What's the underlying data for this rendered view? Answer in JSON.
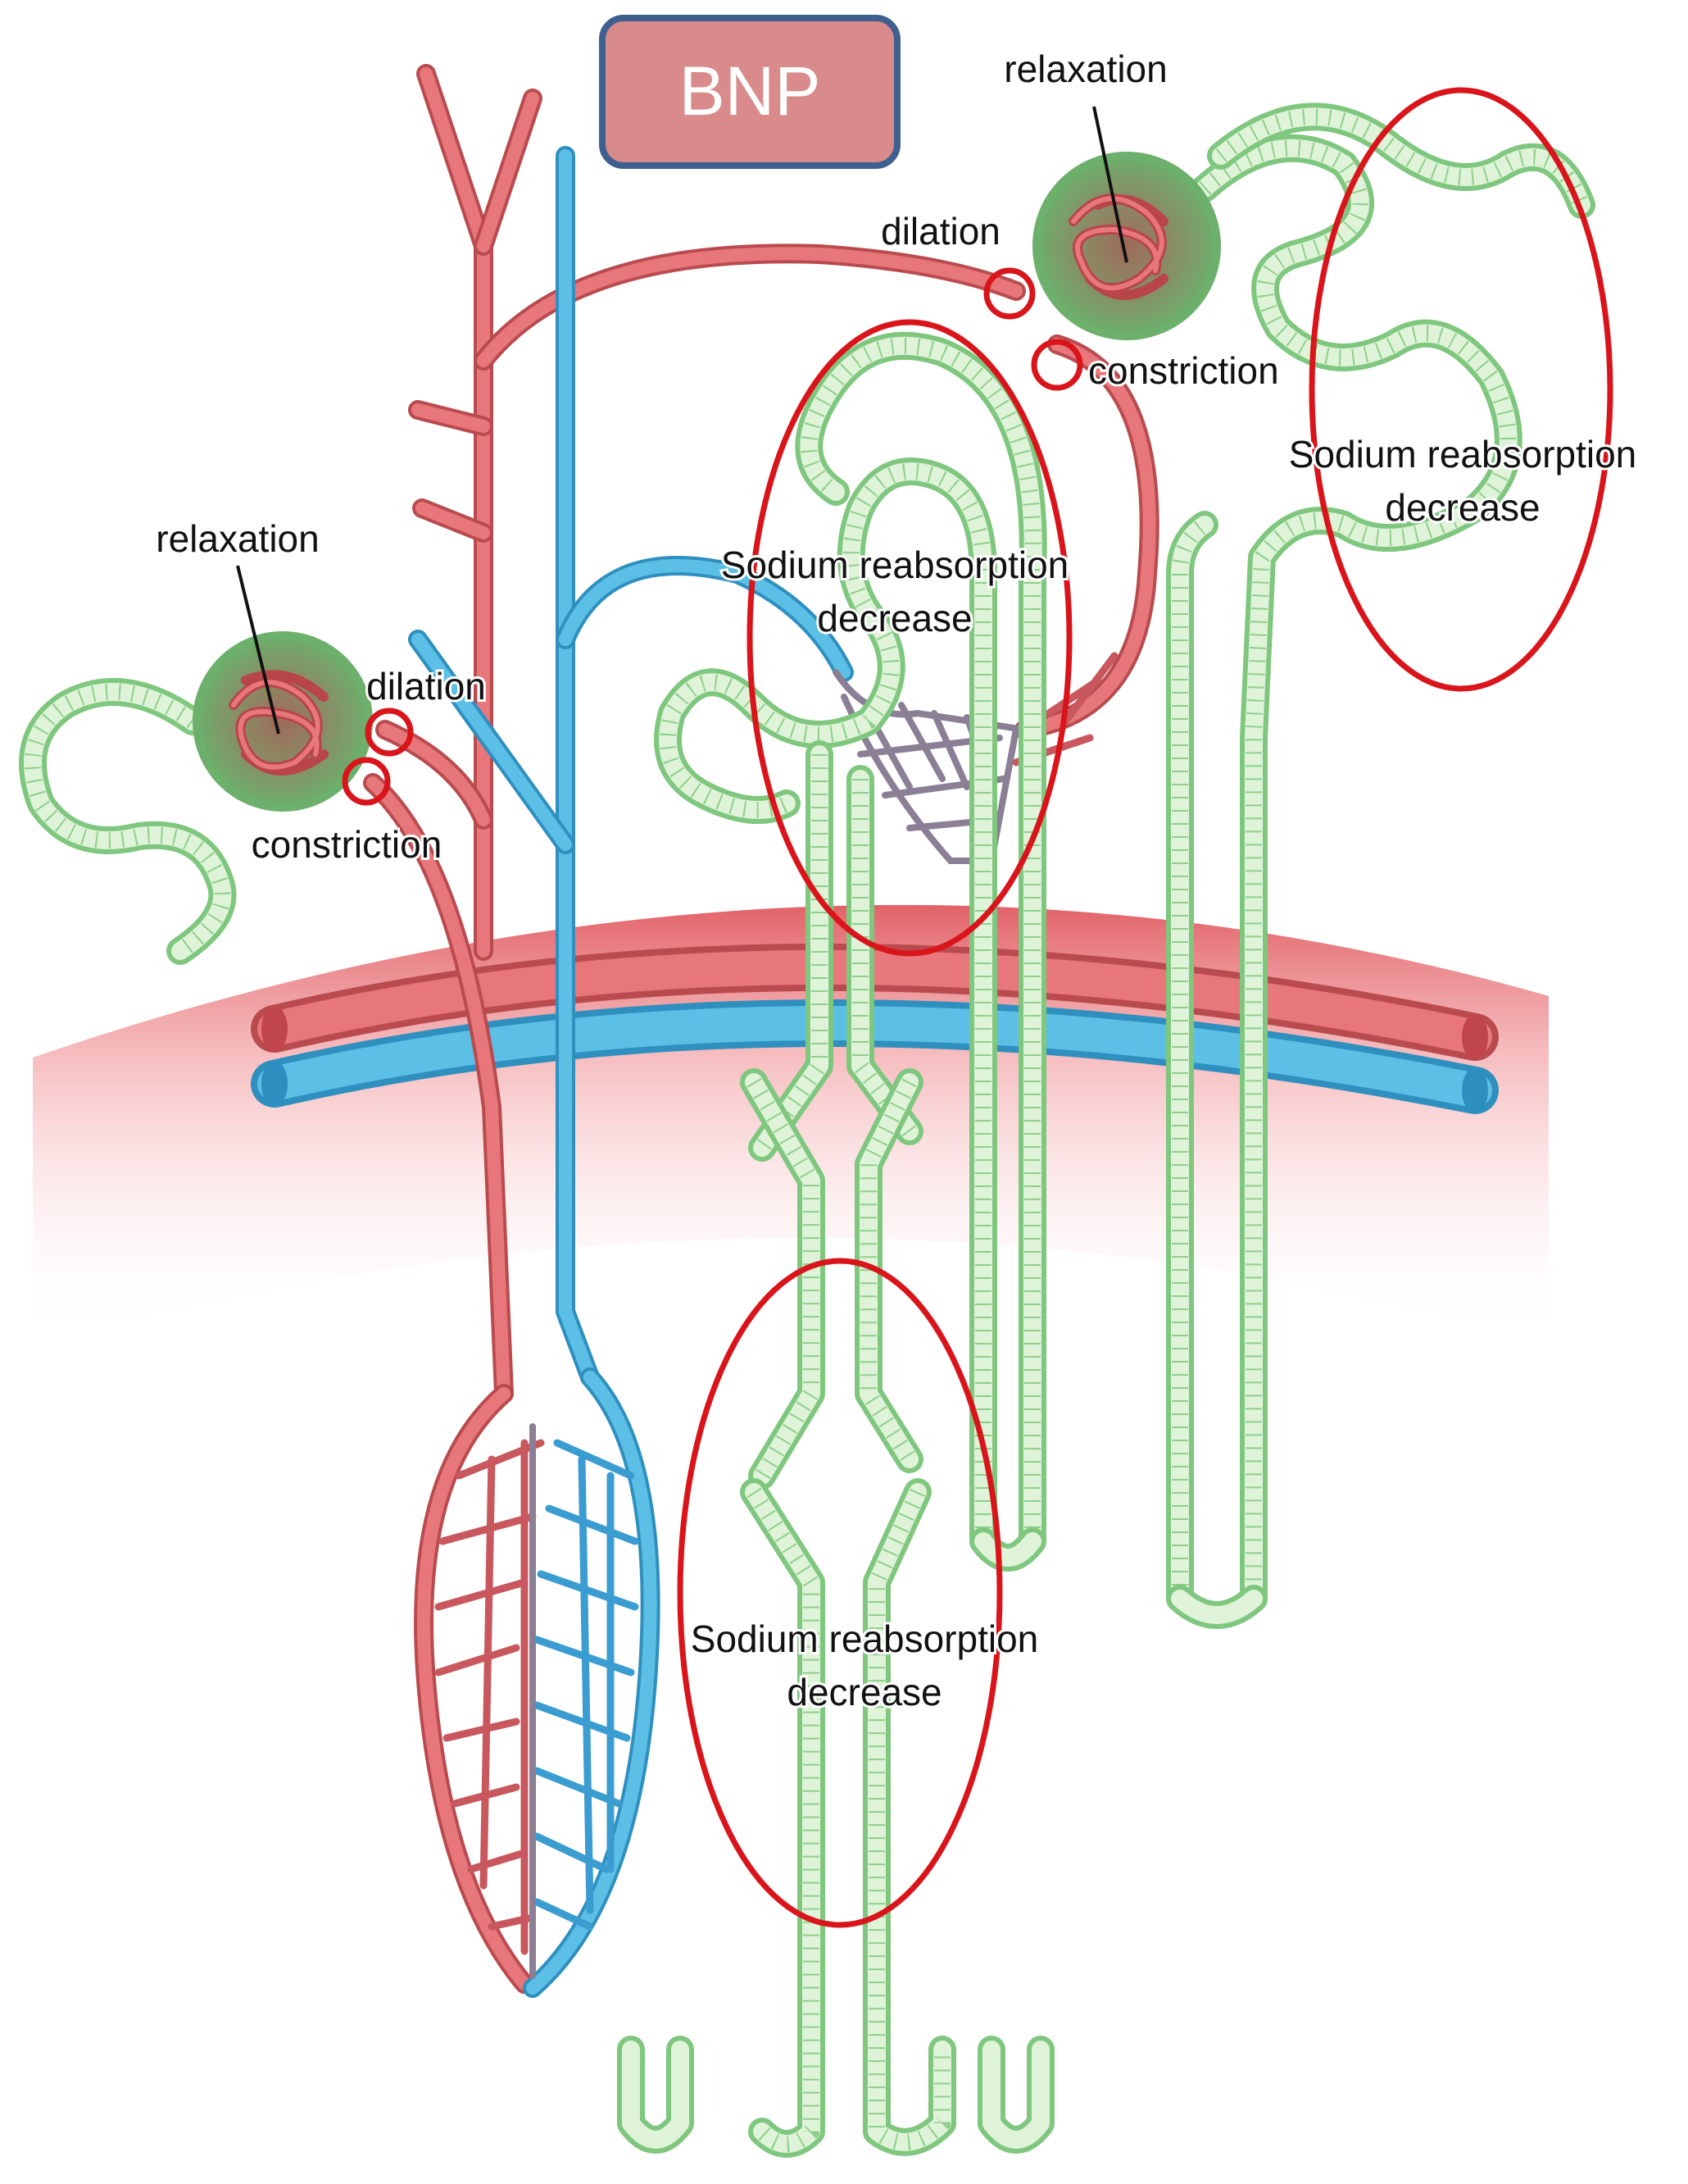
{
  "title_box": {
    "label": "BNP",
    "fill": "#d98a8a",
    "border": "#3f5f8f"
  },
  "labels": {
    "relaxation_top": "relaxation",
    "dilation_top": "dilation",
    "constriction_top": "constriction",
    "sodium_upper_right": [
      "Sodium reabsorption",
      "decrease"
    ],
    "sodium_upper_center": [
      "Sodium reabsorption",
      "decrease"
    ],
    "relaxation_left": "relaxation",
    "dilation_left": "dilation",
    "constriction_left": "constriction",
    "sodium_lower": [
      "Sodium reabsorption",
      "decrease"
    ]
  },
  "colors": {
    "artery": "#e8777b",
    "vein": "#5cc0e6",
    "tubule": "#7fc77f",
    "highlight": "#d9141a",
    "cortex_band": "#f0a0a0"
  }
}
